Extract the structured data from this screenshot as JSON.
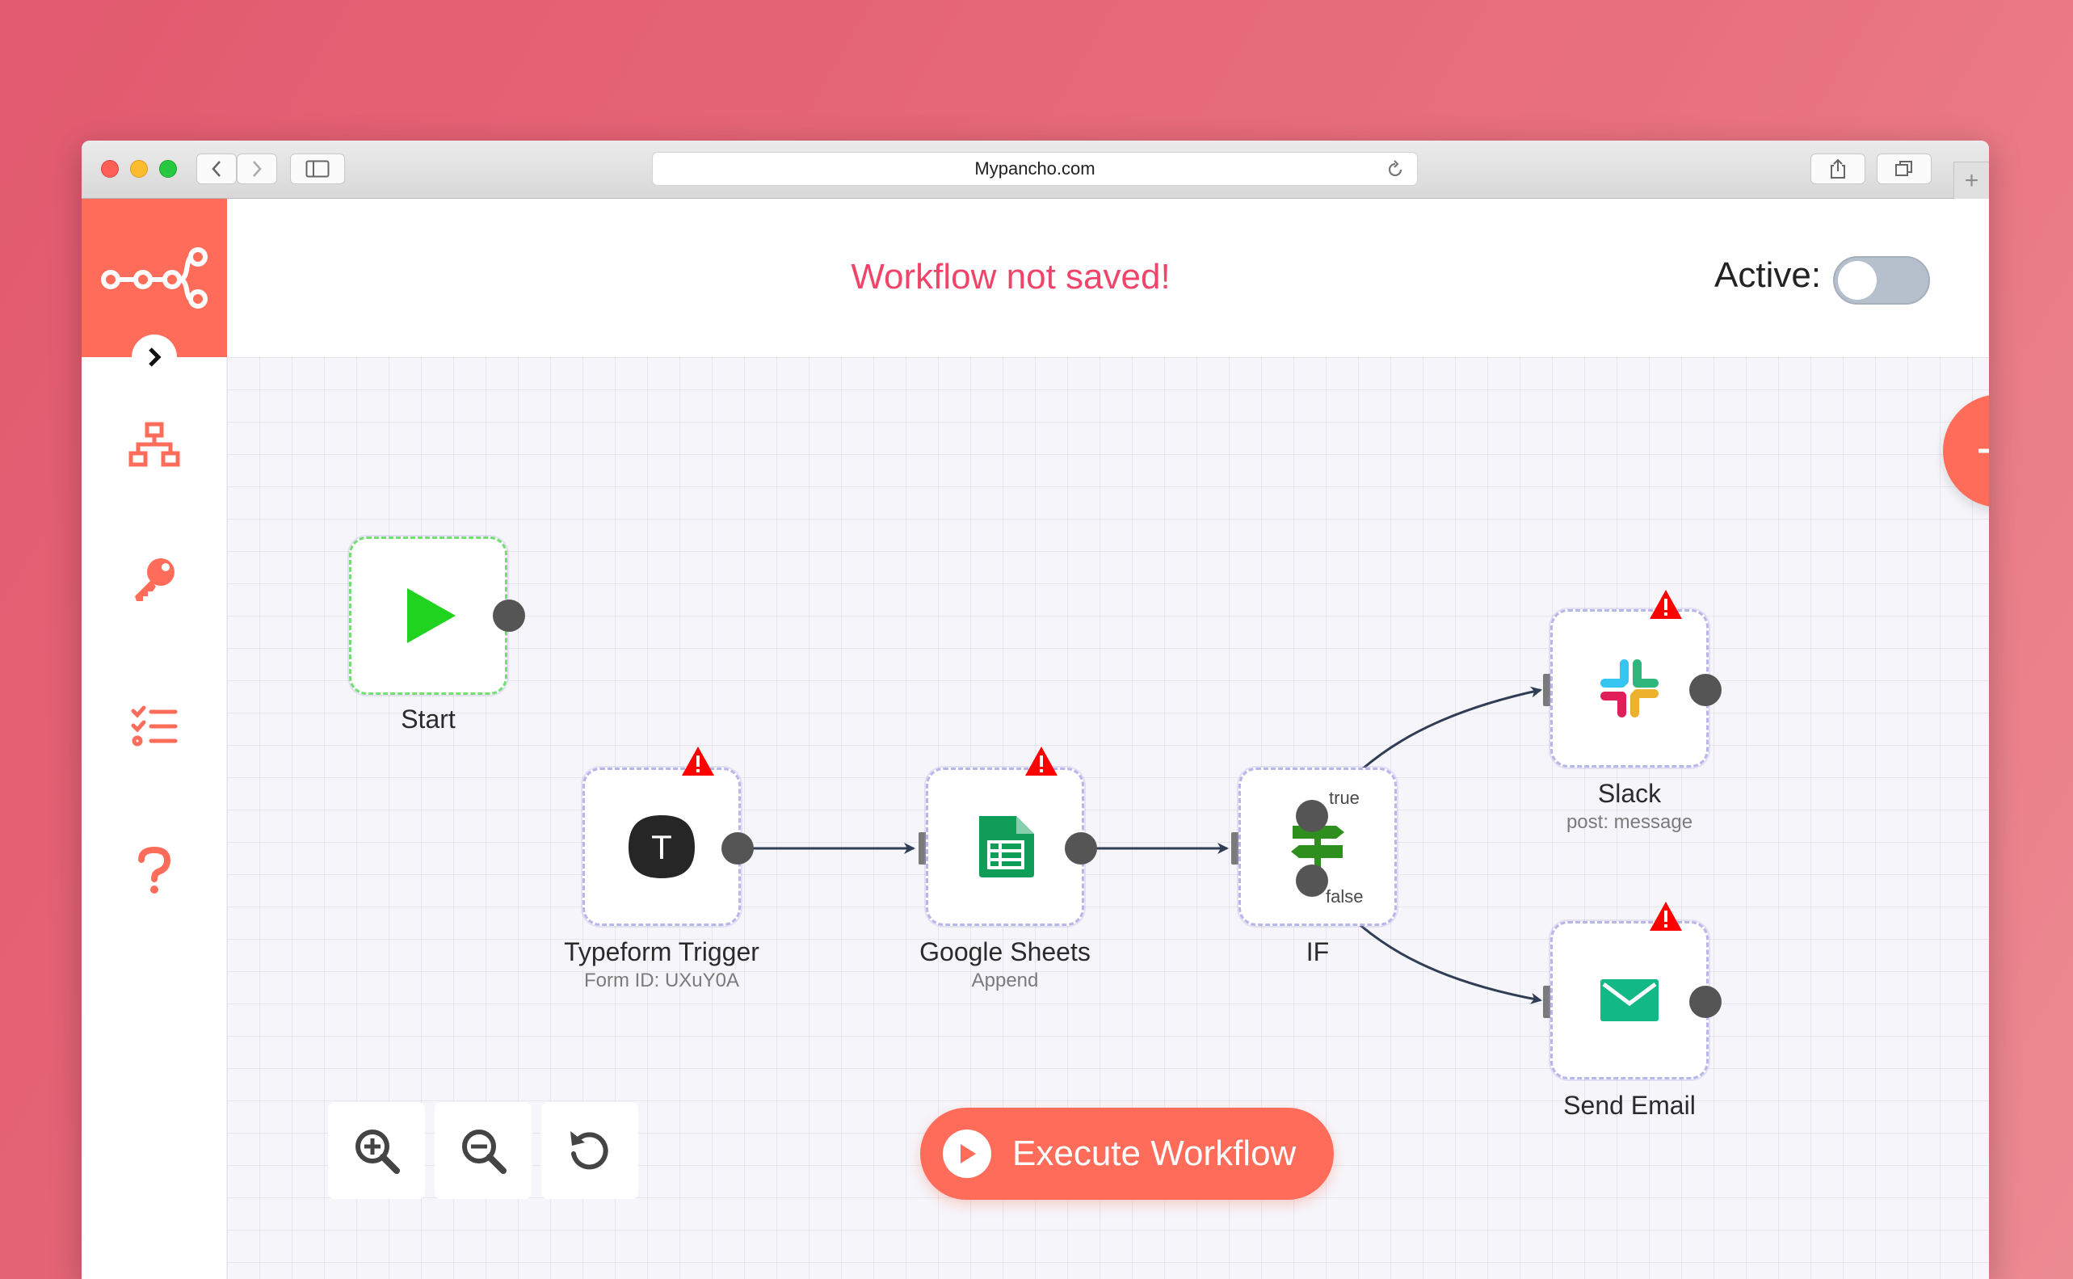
{
  "browser": {
    "url": "Mypancho.com",
    "newtab_symbol": "+"
  },
  "header": {
    "status": "Workflow not saved!",
    "active_label": "Active:",
    "active": false
  },
  "nodes": {
    "start": {
      "label": "Start"
    },
    "typeform": {
      "label": "Typeform Trigger",
      "sub": "Form ID: UXuY0A",
      "icon_letter": "T"
    },
    "sheets": {
      "label": "Google Sheets",
      "sub": "Append"
    },
    "if": {
      "label": "IF",
      "true_label": "true",
      "false_label": "false"
    },
    "slack": {
      "label": "Slack",
      "sub": "post: message"
    },
    "email": {
      "label": "Send Email"
    }
  },
  "toolbar": {
    "execute_label": "Execute Workflow"
  },
  "colors": {
    "brand": "#ff6d5a",
    "status_red": "#f0456a",
    "warning": "#ff0000"
  }
}
